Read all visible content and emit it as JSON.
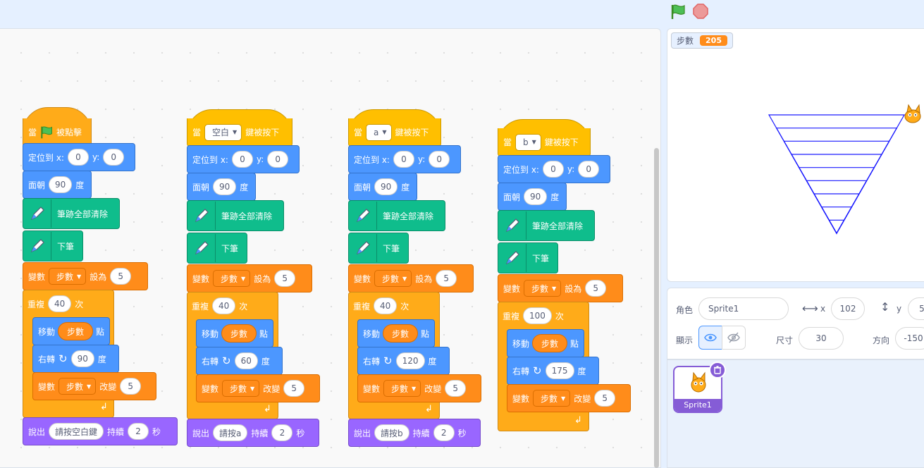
{
  "toolbar": {
    "green_flag_icon": "green-flag-icon",
    "stop_icon": "stop-icon"
  },
  "monitor": {
    "label": "步數",
    "value": "205"
  },
  "sprite_info": {
    "sprite_label": "角色",
    "sprite_name": "Sprite1",
    "x_label": "x",
    "x_value": "102",
    "y_label": "y",
    "y_value": "5",
    "show_label": "顯示",
    "size_label": "尺寸",
    "size_value": "30",
    "direction_label": "方向",
    "direction_value": "-150"
  },
  "sprite_list": [
    {
      "name": "Sprite1",
      "selected": true
    }
  ],
  "scripts": [
    {
      "hat": {
        "t1": "當",
        "t2": "被點擊"
      },
      "goto": {
        "label": "定位到 x:",
        "x": "0",
        "ylabel": "y:",
        "y": "0"
      },
      "point": {
        "label": "面朝",
        "val": "90",
        "unit": "度"
      },
      "clear": "筆跡全部清除",
      "pendown": "下筆",
      "setvar": {
        "label": "變數",
        "var": "步數",
        "to": "設為",
        "val": "5"
      },
      "repeat": {
        "label": "重複",
        "times": "40",
        "unit": "次"
      },
      "move": {
        "label": "移動",
        "rep": "步數",
        "unit": "點"
      },
      "turn": {
        "label": "右轉",
        "val": "90",
        "unit": "度"
      },
      "change": {
        "label": "變數",
        "var": "步數",
        "by": "改變",
        "val": "5"
      },
      "say": {
        "label": "說出",
        "text": "請按空白鍵",
        "for": "持續",
        "secs": "2",
        "unit": "秒"
      }
    },
    {
      "hat": {
        "t1": "當",
        "key": "空白",
        "t2": "鍵被按下"
      },
      "goto": {
        "label": "定位到 x:",
        "x": "0",
        "ylabel": "y:",
        "y": "0"
      },
      "point": {
        "label": "面朝",
        "val": "90",
        "unit": "度"
      },
      "clear": "筆跡全部清除",
      "pendown": "下筆",
      "setvar": {
        "label": "變數",
        "var": "步數",
        "to": "設為",
        "val": "5"
      },
      "repeat": {
        "label": "重複",
        "times": "40",
        "unit": "次"
      },
      "move": {
        "label": "移動",
        "rep": "步數",
        "unit": "點"
      },
      "turn": {
        "label": "右轉",
        "val": "60",
        "unit": "度"
      },
      "change": {
        "label": "變數",
        "var": "步數",
        "by": "改變",
        "val": "5"
      },
      "say": {
        "label": "說出",
        "text": "請按a",
        "for": "持續",
        "secs": "2",
        "unit": "秒"
      }
    },
    {
      "hat": {
        "t1": "當",
        "key": "a",
        "t2": "鍵被按下"
      },
      "goto": {
        "label": "定位到 x:",
        "x": "0",
        "ylabel": "y:",
        "y": "0"
      },
      "point": {
        "label": "面朝",
        "val": "90",
        "unit": "度"
      },
      "clear": "筆跡全部清除",
      "pendown": "下筆",
      "setvar": {
        "label": "變數",
        "var": "步數",
        "to": "設為",
        "val": "5"
      },
      "repeat": {
        "label": "重複",
        "times": "40",
        "unit": "次"
      },
      "move": {
        "label": "移動",
        "rep": "步數",
        "unit": "點"
      },
      "turn": {
        "label": "右轉",
        "val": "120",
        "unit": "度"
      },
      "change": {
        "label": "變數",
        "var": "步數",
        "by": "改變",
        "val": "5"
      },
      "say": {
        "label": "說出",
        "text": "請按b",
        "for": "持續",
        "secs": "2",
        "unit": "秒"
      }
    },
    {
      "hat": {
        "t1": "當",
        "key": "b",
        "t2": "鍵被按下"
      },
      "goto": {
        "label": "定位到 x:",
        "x": "0",
        "ylabel": "y:",
        "y": "0"
      },
      "point": {
        "label": "面朝",
        "val": "90",
        "unit": "度"
      },
      "clear": "筆跡全部清除",
      "pendown": "下筆",
      "setvar": {
        "label": "變數",
        "var": "步數",
        "to": "設為",
        "val": "5"
      },
      "repeat": {
        "label": "重複",
        "times": "100",
        "unit": "次"
      },
      "move": {
        "label": "移動",
        "rep": "步數",
        "unit": "點"
      },
      "turn": {
        "label": "右轉",
        "val": "175",
        "unit": "度"
      },
      "change": {
        "label": "變數",
        "var": "步數",
        "by": "改變",
        "val": "5"
      }
    }
  ],
  "colors": {
    "motion": "#4c97ff",
    "pen": "#0fbd8c",
    "variables": "#ff8c1a",
    "control": "#ffab19",
    "events": "#ffbf00",
    "looks": "#9966ff",
    "pen_line": "#1a1aff"
  }
}
